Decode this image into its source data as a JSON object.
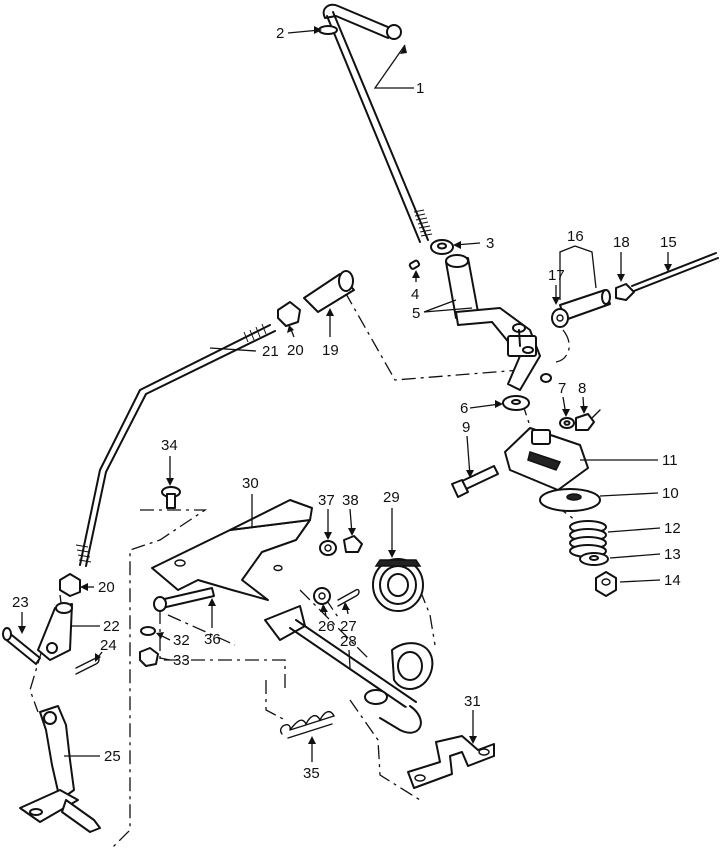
{
  "callouts": {
    "c1": "1",
    "c2": "2",
    "c3": "3",
    "c4": "4",
    "c5": "5",
    "c6": "6",
    "c7": "7",
    "c8": "8",
    "c9": "9",
    "c10": "10",
    "c11": "11",
    "c12": "12",
    "c13": "13",
    "c14": "14",
    "c15": "15",
    "c16": "16",
    "c17": "17",
    "c18": "18",
    "c19": "19",
    "c20a": "20",
    "c20b": "20",
    "c21": "21",
    "c22": "22",
    "c23": "23",
    "c24": "24",
    "c25": "25",
    "c26": "26",
    "c27": "27",
    "c28": "28",
    "c29": "29",
    "c30": "30",
    "c31": "31",
    "c32": "32",
    "c33": "33",
    "c34": "34",
    "c35": "35",
    "c36": "36",
    "c37": "37",
    "c38": "38"
  },
  "colors": {
    "ink": "#111111",
    "paper": "#ffffff"
  }
}
